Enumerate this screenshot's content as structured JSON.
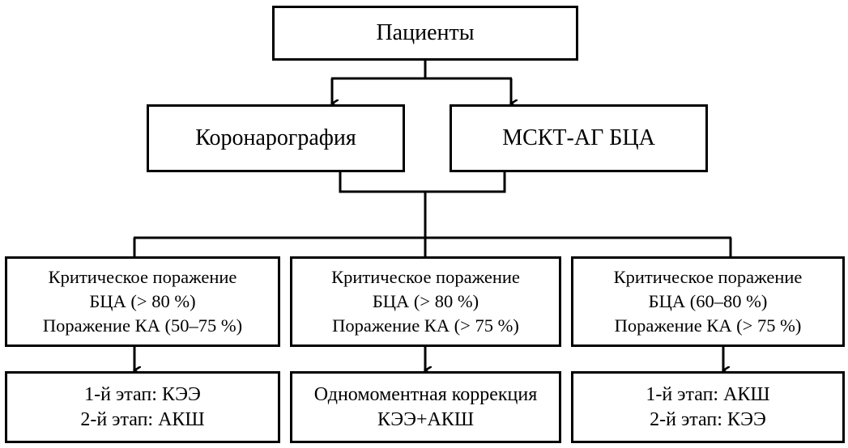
{
  "diagram": {
    "type": "flowchart",
    "language": "ru",
    "root": {
      "label": "Пациенты"
    },
    "diagnostics": [
      {
        "label": "Коронарография"
      },
      {
        "label": "МСКТ-АГ БЦА"
      }
    ],
    "conditions": [
      {
        "lines": [
          "Критическое поражение",
          "БЦА (> 80 %)",
          "Поражение КА (50–75 %)"
        ]
      },
      {
        "lines": [
          "Критическое поражение",
          "БЦА (> 80 %)",
          "Поражение КА (> 75 %)"
        ]
      },
      {
        "lines": [
          "Критическое поражение",
          "БЦА (60–80 %)",
          "Поражение КА (> 75 %)"
        ]
      }
    ],
    "treatments": [
      {
        "lines": [
          "1-й этап: КЭЭ",
          "2-й этап: АКШ"
        ]
      },
      {
        "lines": [
          "Одномоментная коррекция",
          "КЭЭ+АКШ"
        ]
      },
      {
        "lines": [
          "1-й этап: АКШ",
          "2-й этап: КЭЭ"
        ]
      }
    ],
    "edges": [
      {
        "from": "Пациенты",
        "to": "Коронарография",
        "arrow": true
      },
      {
        "from": "Пациенты",
        "to": "МСКТ-АГ БЦА",
        "arrow": true
      },
      {
        "from": "Коронарография + МСКТ-АГ БЦА",
        "to": "conditions[0..2]",
        "arrow": false
      },
      {
        "from": "conditions[0]",
        "to": "treatments[0]",
        "arrow": true
      },
      {
        "from": "conditions[1]",
        "to": "treatments[1]",
        "arrow": true
      },
      {
        "from": "conditions[2]",
        "to": "treatments[2]",
        "arrow": true
      }
    ],
    "colors": {
      "stroke": "#000000",
      "fill": "#ffffff",
      "text": "#000000"
    }
  }
}
